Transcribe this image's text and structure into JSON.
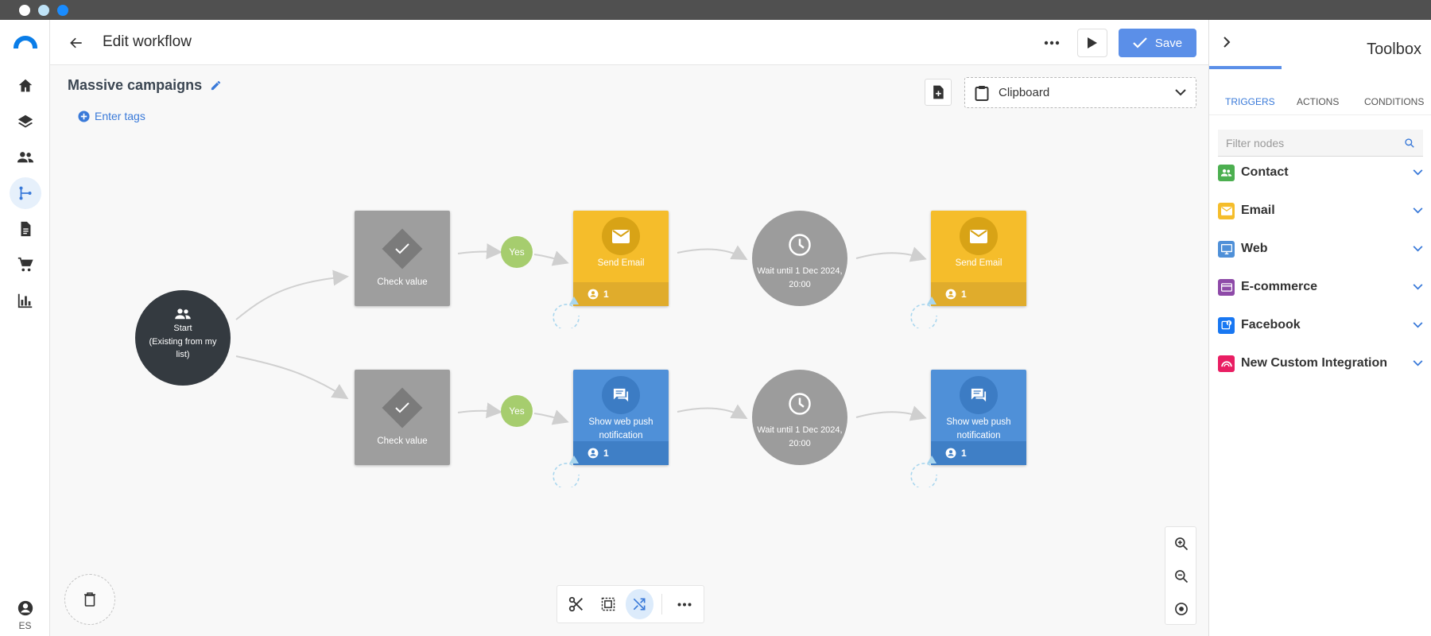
{
  "header": {
    "title": "Edit workflow",
    "save_label": "Save"
  },
  "workflow": {
    "name": "Massive campaigns",
    "enter_tags": "Enter tags"
  },
  "clipboard": {
    "label": "Clipboard"
  },
  "nodes": {
    "start": [
      "Start",
      "(Existing from my",
      "list)"
    ],
    "check_value": "Check value",
    "yes": "Yes",
    "send_email": "Send Email",
    "wait": [
      "Wait until 1 Dec 2024,",
      "20:00"
    ],
    "web_push": [
      "Show web push",
      "notification"
    ],
    "count": "1"
  },
  "user": {
    "lang": "ES"
  },
  "toolbox": {
    "title": "Toolbox",
    "tabs": [
      "TRIGGERS",
      "ACTIONS",
      "CONDITIONS"
    ],
    "active_tab": "TRIGGERS",
    "filter_placeholder": "Filter nodes",
    "categories": [
      {
        "label": "Contact",
        "color": "#4caf50",
        "icon": "contacts-icon"
      },
      {
        "label": "Email",
        "color": "#f5bd2b",
        "icon": "email-icon"
      },
      {
        "label": "Web",
        "color": "#4f90d8",
        "icon": "monitor-icon"
      },
      {
        "label": "E-commerce",
        "color": "#8e4aa8",
        "icon": "credit-card-icon"
      },
      {
        "label": "Facebook",
        "color": "#1877f2",
        "icon": "facebook-icon"
      },
      {
        "label": "New Custom Integration",
        "color": "#e91e63",
        "icon": "custom-integration-icon"
      }
    ]
  },
  "colors": {
    "accent": "#5b8fe8",
    "trigger_email": "#f5bd2b",
    "trigger_web": "#4f90d8",
    "condition": "#9e9e9e",
    "yes": "#a6cd6e",
    "start": "#343a40"
  }
}
